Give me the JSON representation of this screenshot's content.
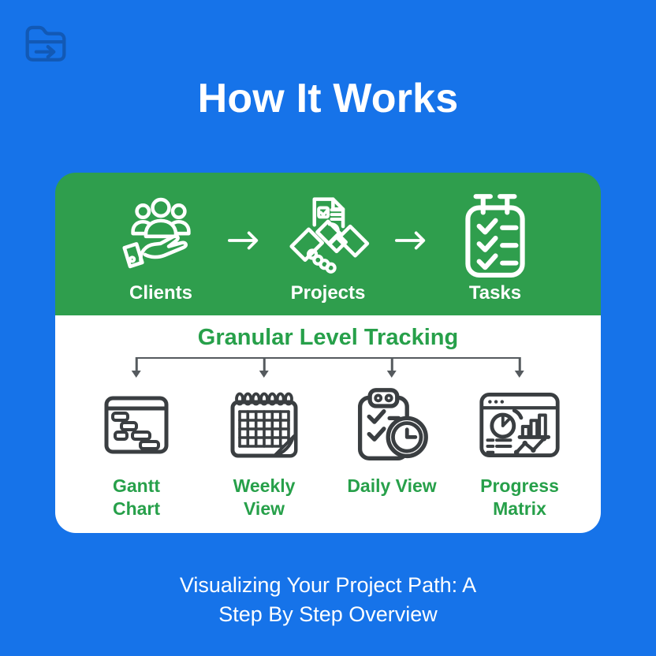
{
  "colors": {
    "background_blue": "#1673E9",
    "brand_icon_blue": "#1259B5",
    "green_panel": "#2F9E4D",
    "green_text": "#27A04A",
    "icon_dark": "#3A3E41",
    "connector_gray": "#555A5E",
    "white": "#FFFFFF"
  },
  "header": {
    "title": "How It Works",
    "brand_icon": "folder-arrow-icon"
  },
  "flow": {
    "steps": [
      {
        "label": "Clients",
        "icon": "clients-icon"
      },
      {
        "label": "Projects",
        "icon": "projects-handshake-icon"
      },
      {
        "label": "Tasks",
        "icon": "tasks-checklist-icon"
      }
    ],
    "arrow_icon": "right-arrow-icon"
  },
  "tracking": {
    "title": "Granular Level Tracking",
    "items": [
      {
        "label": "Gantt Chart",
        "icon": "gantt-chart-icon"
      },
      {
        "label": "Weekly View",
        "icon": "weekly-calendar-icon"
      },
      {
        "label": "Daily View",
        "icon": "daily-clipboard-clock-icon"
      },
      {
        "label": "Progress Matrix",
        "icon": "progress-dashboard-icon"
      }
    ]
  },
  "caption": {
    "line1": "Visualizing Your Project Path: A",
    "line2": "Step By Step Overview"
  }
}
